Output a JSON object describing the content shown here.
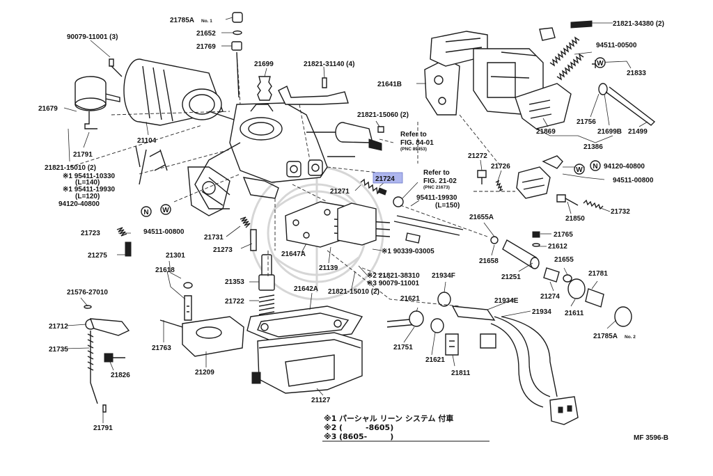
{
  "diagram_code": "MF 3596-B",
  "highlighted_part": "21724",
  "labels": [
    "21785A",
    "21652",
    "21769",
    "90079-11001 (3)",
    "21699",
    "21821-31140 (4)",
    "21679",
    "21104",
    "21791",
    "21821-15010 (2)",
    "※1 95411-10330",
    "(L=140)",
    "※1 95411-19930",
    "(L=120)",
    "94120-40800",
    "94511-00800",
    "21723",
    "21275",
    "21731",
    "21273",
    "21301",
    "21618",
    "21353",
    "21722",
    "21763",
    "21209",
    "21576-27010",
    "21712",
    "21735",
    "21826",
    "21791",
    "21642A",
    "21127",
    "21751",
    "21621",
    "21811",
    "21621",
    "21934F",
    "21934E",
    "21934",
    "21785A",
    "21781",
    "21611",
    "21655",
    "21274",
    "21251",
    "21658",
    "21612",
    "21765",
    "21655A",
    "95411-19930",
    "(L=150)",
    "21271",
    "21724",
    "21647A",
    "21139",
    "※1 90339-03005",
    "※2 21821-38310",
    "※3 90079-11001",
    "21821-15010 (2)",
    "21272",
    "21726",
    "94120-40800",
    "94511-00800",
    "21732",
    "21850",
    "21641B",
    "21821-15060 (2)",
    "21821-34380 (2)",
    "94511-00500",
    "21833",
    "21756",
    "21699B",
    "21499",
    "21869",
    "21386"
  ],
  "small_labels": {
    "no1": "No. 1",
    "no2": "No. 2",
    "pnc1": "(PNC 89453)",
    "pnc2": "(PNC 21673)"
  },
  "references": [
    {
      "line1": "Refer to",
      "line2": "FIG. 84-01"
    },
    {
      "line1": "Refer to",
      "line2": "FIG. 21-02"
    }
  ],
  "washer_marks": {
    "n": "N",
    "w": "W"
  },
  "notes": [
    {
      "mark": "※1",
      "text": "パーシャル リーン システム 付車"
    },
    {
      "mark": "※2",
      "text": "(　　　-8605)"
    },
    {
      "mark": "※3",
      "text": "(8605-　　　)"
    }
  ]
}
